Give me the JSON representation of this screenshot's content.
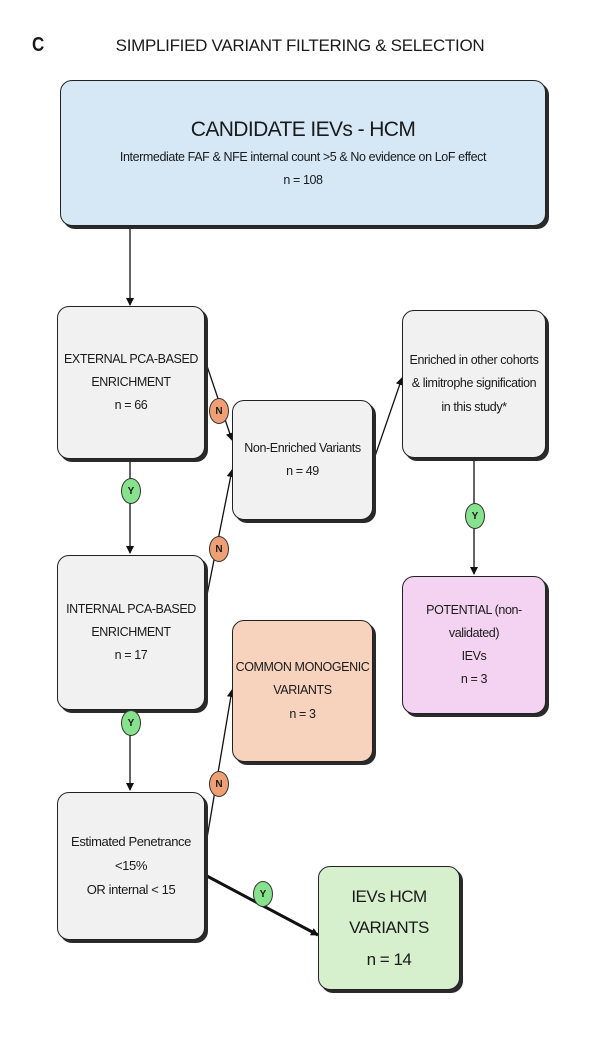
{
  "panel_letter": "C",
  "title": "SIMPLIFIED VARIANT FILTERING & SELECTION",
  "candidate": {
    "title": "CANDIDATE IEVs - HCM",
    "subtitle": "Intermediate FAF & NFE internal count >5 & No evidence on LoF effect",
    "n": "n = 108"
  },
  "external": {
    "line1": "EXTERNAL PCA-BASED",
    "line2": "ENRICHMENT",
    "n": "n = 66"
  },
  "internal": {
    "line1": "INTERNAL PCA-BASED",
    "line2": "ENRICHMENT",
    "n": "n = 17"
  },
  "penetrance": {
    "line1": "Estimated Penetrance <15%",
    "line2": "OR internal < 15"
  },
  "non_enriched": {
    "line1": "Non-Enriched Variants",
    "n": "n = 49"
  },
  "other_cohorts": {
    "line1": "Enriched in other cohorts",
    "line2": "& limitrophe signification",
    "line3": "in this study*"
  },
  "common": {
    "line1": "COMMON MONOGENIC",
    "line2": "VARIANTS",
    "n": "n = 3"
  },
  "potential": {
    "line1": "POTENTIAL (non-validated)",
    "line2": "IEVs",
    "n": "n = 3"
  },
  "final": {
    "line1": "IEVs HCM VARIANTS",
    "n": "n = 14"
  },
  "labels": {
    "no": "N",
    "yes": "Y"
  },
  "colors": {
    "blue": "#d6e8f6",
    "grey": "#f1f1f1",
    "orange": "#f7d3bd",
    "purple": "#f3d3f1",
    "green": "#d6f0cd",
    "no_badge": "#ee9f74",
    "yes_badge": "#86e28d"
  }
}
